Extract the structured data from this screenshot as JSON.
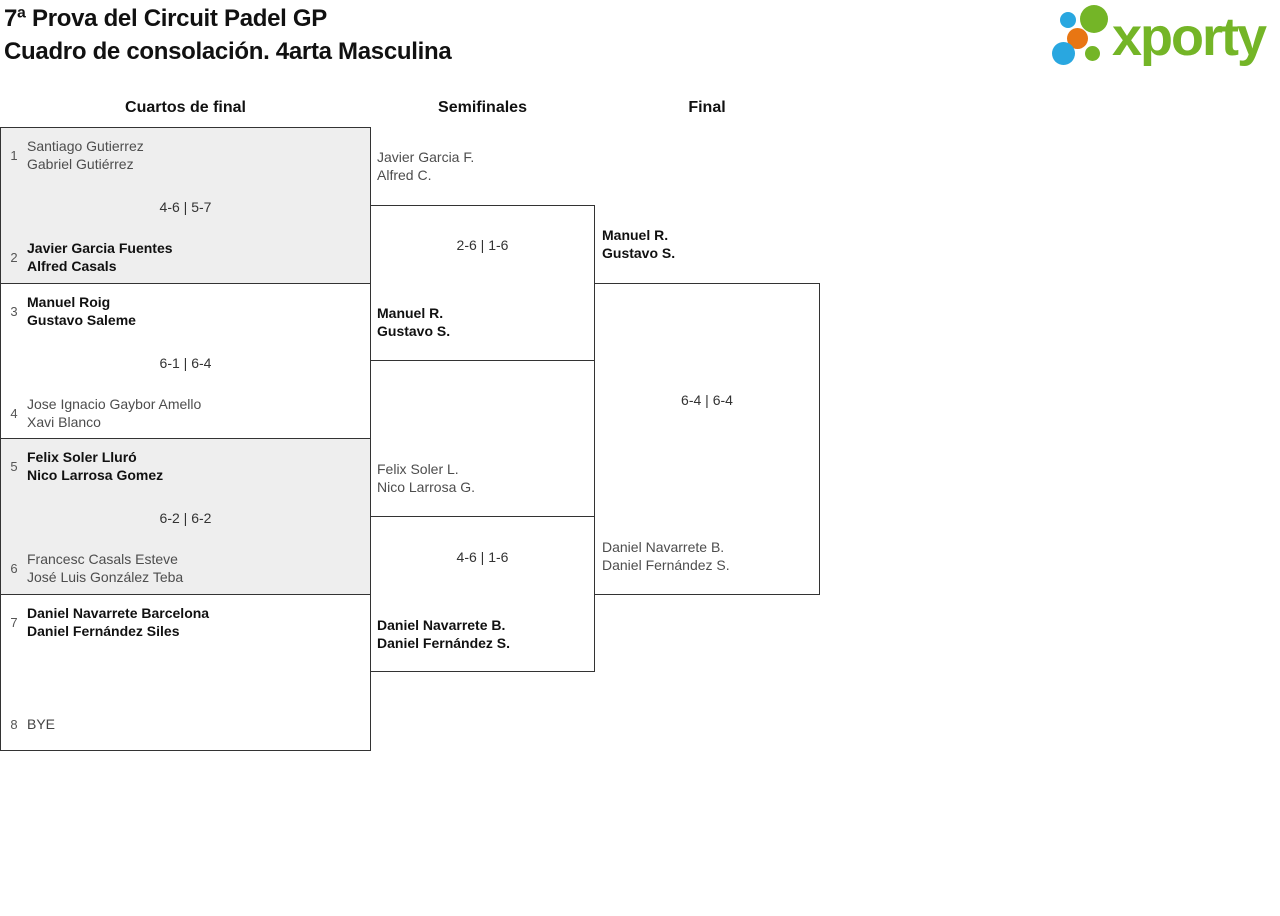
{
  "colors": {
    "brand_green": "#74b527",
    "brand_blue": "#29a7e0",
    "brand_orange": "#e87613",
    "box_shaded": "#eeeeee",
    "box_border": "#333333",
    "winner_text": "#111111",
    "loser_text": "#4d4d4d"
  },
  "header": {
    "title_line1": "7ª Prova del Circuit Padel GP",
    "title_line2": "Cuadro de consolación. 4arta Masculina",
    "logo_text": "xporty"
  },
  "rounds": {
    "quarterfinals": {
      "label": "Cuartos de final",
      "matches": [
        {
          "seed_top": "1",
          "top_player1": "Santiago Gutierrez",
          "top_player2": "Gabriel Gutiérrez",
          "score": "4-6 | 5-7",
          "seed_bottom": "2",
          "bottom_player1": "Javier Garcia Fuentes",
          "bottom_player2": "Alfred Casals",
          "winner": "bottom"
        },
        {
          "seed_top": "3",
          "top_player1": "Manuel Roig",
          "top_player2": "Gustavo Saleme",
          "score": "6-1 | 6-4",
          "seed_bottom": "4",
          "bottom_player1": "Jose Ignacio Gaybor Amello",
          "bottom_player2": "Xavi Blanco",
          "winner": "top"
        },
        {
          "seed_top": "5",
          "top_player1": "Felix Soler Lluró",
          "top_player2": "Nico Larrosa Gomez",
          "score": "6-2 | 6-2",
          "seed_bottom": "6",
          "bottom_player1": "Francesc Casals Esteve",
          "bottom_player2": "José Luis González Teba",
          "winner": "top"
        },
        {
          "seed_top": "7",
          "top_player1": "Daniel Navarrete Barcelona",
          "top_player2": "Daniel Fernández Siles",
          "score": "",
          "seed_bottom": "8",
          "bottom_player1": "BYE",
          "winner": "top"
        }
      ]
    },
    "semifinals": {
      "label": "Semifinales",
      "matches": [
        {
          "top_player1": "Javier Garcia F.",
          "top_player2": "Alfred C.",
          "score": "2-6 | 1-6",
          "bottom_player1": "Manuel R.",
          "bottom_player2": "Gustavo S.",
          "winner": "bottom"
        },
        {
          "top_player1": "Felix Soler L.",
          "top_player2": "Nico Larrosa G.",
          "score": "4-6 | 1-6",
          "bottom_player1": "Daniel Navarrete B.",
          "bottom_player2": "Daniel Fernández S.",
          "winner": "bottom"
        }
      ]
    },
    "final": {
      "label": "Final",
      "match": {
        "top_player1": "Manuel R.",
        "top_player2": "Gustavo S.",
        "score": "6-4 | 6-4",
        "bottom_player1": "Daniel Navarrete B.",
        "bottom_player2": "Daniel Fernández S.",
        "winner": "top"
      }
    }
  }
}
